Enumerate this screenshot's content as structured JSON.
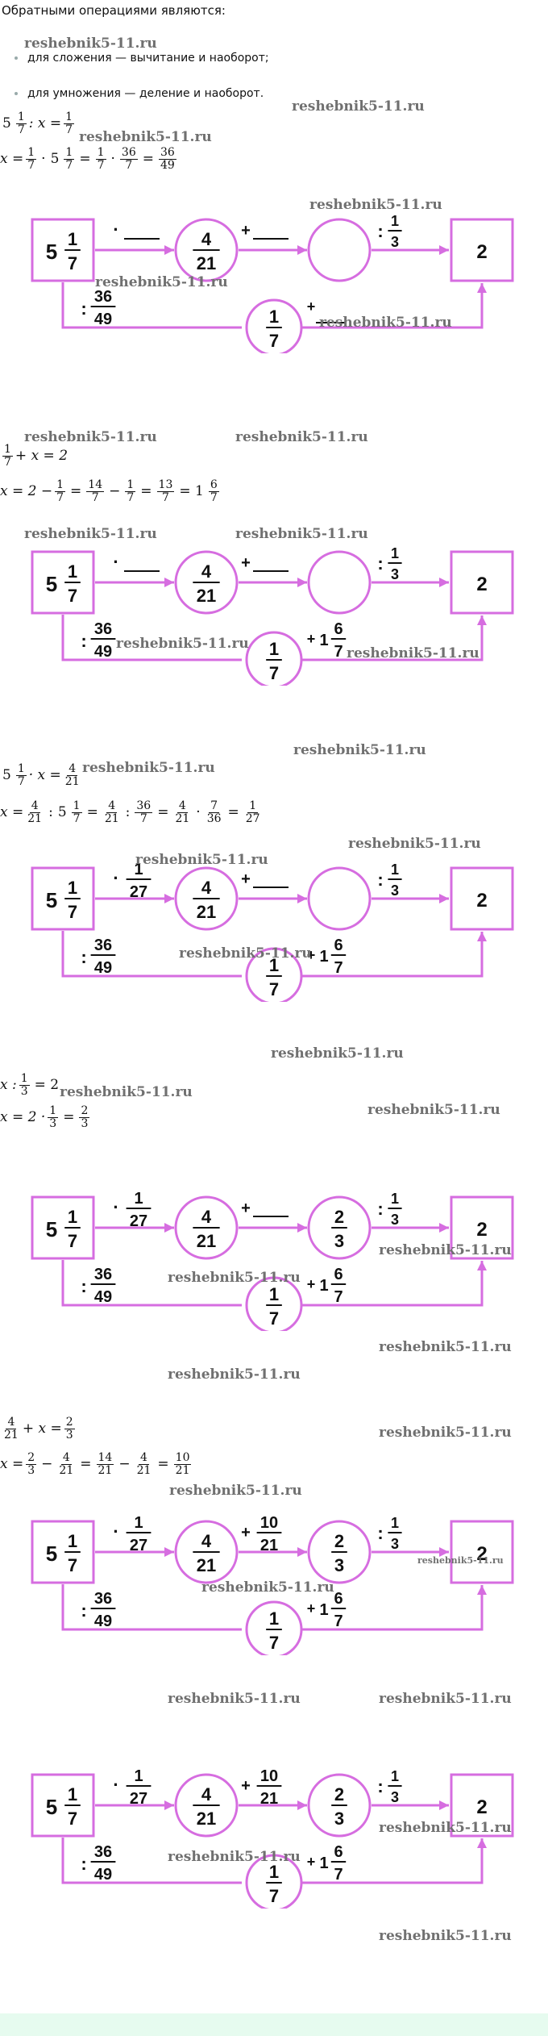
{
  "colors": {
    "diagram": "#d66de0",
    "watermark": "#707070",
    "band": "#e6fbef"
  },
  "watermark": "reshebnik5-11.ru",
  "intro": {
    "text": "Обратными операциями являются:",
    "bullets": [
      "для сложения — вычитание и наоборот;",
      "для умножения — деление и наоборот."
    ]
  },
  "equations": [
    {
      "line1": {
        "lhs_int": "5",
        "lhs_num": "1",
        "lhs_den": "7",
        "op": ": x =",
        "rhs_num": "1",
        "rhs_den": "7"
      },
      "line2": "x = 1/7 · 5 1/7 = 1/7 · 36/7 = 36/49"
    },
    {
      "line1": "1/7 + x = 2",
      "line2": "x = 2 − 1/7 = 14/7 − 1/7 = 13/7 = 1 6/7"
    },
    {
      "line1": "5 1/7 · x = 4/21",
      "line2": "x = 4/21 : 5 1/7 = 4/21 : 36/7 = 4/21 · 7/36 = 1/27"
    },
    {
      "line1": "x : 1/3 = 2",
      "line2": "x = 2 · 1/3 = 2/3"
    },
    {
      "line1": "4/21 + x = 2/3",
      "line2": "x = 2/3 − 4/21 = 14/21 − 4/21 = 10/21"
    }
  ],
  "diagram": {
    "start": {
      "int": "5",
      "num": "1",
      "den": "7"
    },
    "circle1": {
      "num": "4",
      "den": "21"
    },
    "final": "2",
    "bottom_circle": {
      "num": "1",
      "den": "7"
    },
    "op_div": ":",
    "op_mul": "·",
    "op_plus": "+",
    "div_third": {
      "num": "1",
      "den": "3"
    },
    "div_36_49": {
      "num": "36",
      "den": "49"
    },
    "mul_frac": {
      "num": "1",
      "den": "27"
    },
    "plus_frac": {
      "num": "10",
      "den": "21"
    },
    "mixed_plus": {
      "int": "1",
      "num": "6",
      "den": "7"
    },
    "circle2": {
      "num": "2",
      "den": "3"
    }
  }
}
